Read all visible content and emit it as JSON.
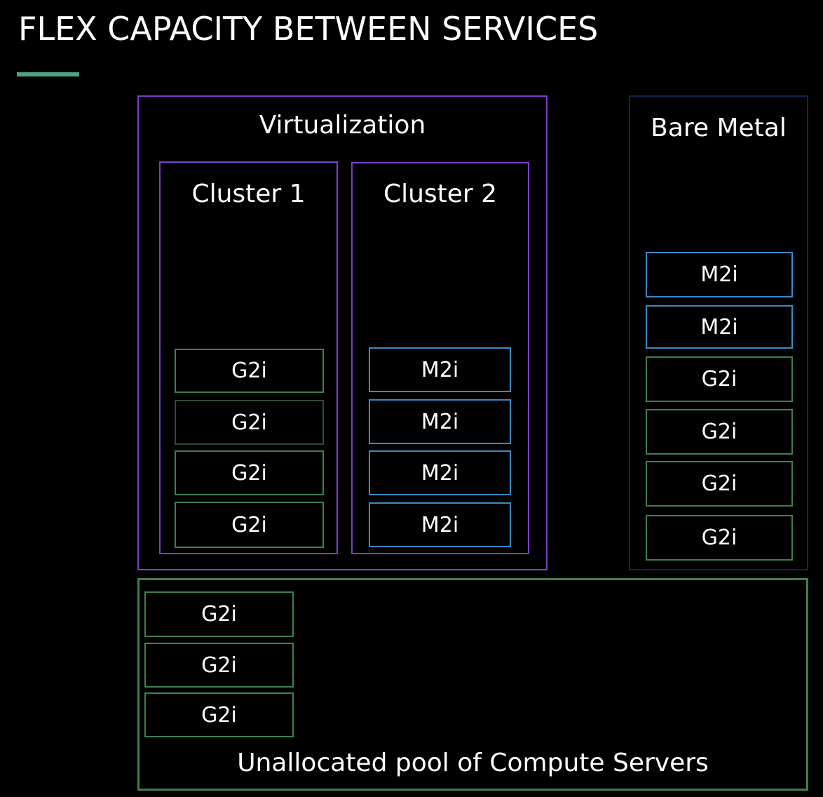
{
  "title": "FLEX CAPACITY BETWEEN SERVICES",
  "colors": {
    "accent": "#4fa287",
    "virtualization_border": "#7b3fc9",
    "bare_metal_border": "#14254a",
    "g2i_border": "#3f7f4d",
    "m2i_border": "#3a8ac4",
    "background": "#000000"
  },
  "virtualization": {
    "label": "Virtualization",
    "cluster1": {
      "label": "Cluster 1",
      "servers": [
        "G2i",
        "G2i",
        "G2i",
        "G2i"
      ]
    },
    "cluster2": {
      "label": "Cluster 2",
      "servers": [
        "M2i",
        "M2i",
        "M2i",
        "M2i"
      ]
    }
  },
  "bare_metal": {
    "label": "Bare Metal",
    "servers": [
      "M2i",
      "M2i",
      "G2i",
      "G2i",
      "G2i",
      "G2i"
    ]
  },
  "pool": {
    "label": "Unallocated pool of Compute Servers",
    "servers": [
      "G2i",
      "G2i",
      "G2i"
    ]
  }
}
